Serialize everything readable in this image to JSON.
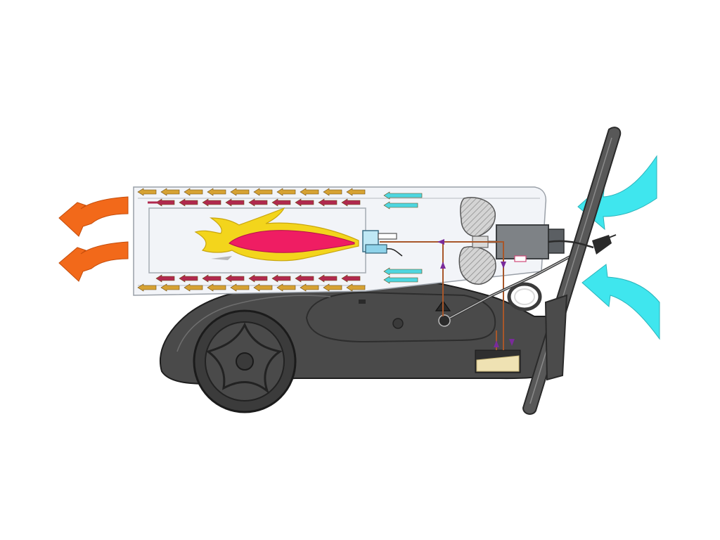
{
  "diagram": {
    "subject": "forced-air-heater-cutaway",
    "colors": {
      "background": "#ffffff",
      "hot_air_outflow": "#f2691a",
      "cold_air_inflow": "#3fe6ee",
      "flame_outer": "#f3d51c",
      "flame_inner": "#ef1d63",
      "body": "#4a4a4a",
      "body_outline": "#1e1e1e",
      "chamber_fill": "#f2f4f8",
      "chamber_outline": "#9aa0a8",
      "outer_flow_arrows": "#d6a233",
      "inner_flow_arrows": "#b0294e",
      "intake_flow_arrows": "#4ed6e0",
      "fuel_line": "#a8572a",
      "fuel_tank": "#efe2b3",
      "fan": "#c8c8c8",
      "motor": "#7b7f83",
      "handle": "#555555"
    },
    "components": [
      "combustion-chamber",
      "flame",
      "burner-nozzle",
      "fan",
      "motor",
      "chassis",
      "wheel",
      "handle",
      "power-cord",
      "fuel-tank",
      "fuel-line"
    ]
  }
}
